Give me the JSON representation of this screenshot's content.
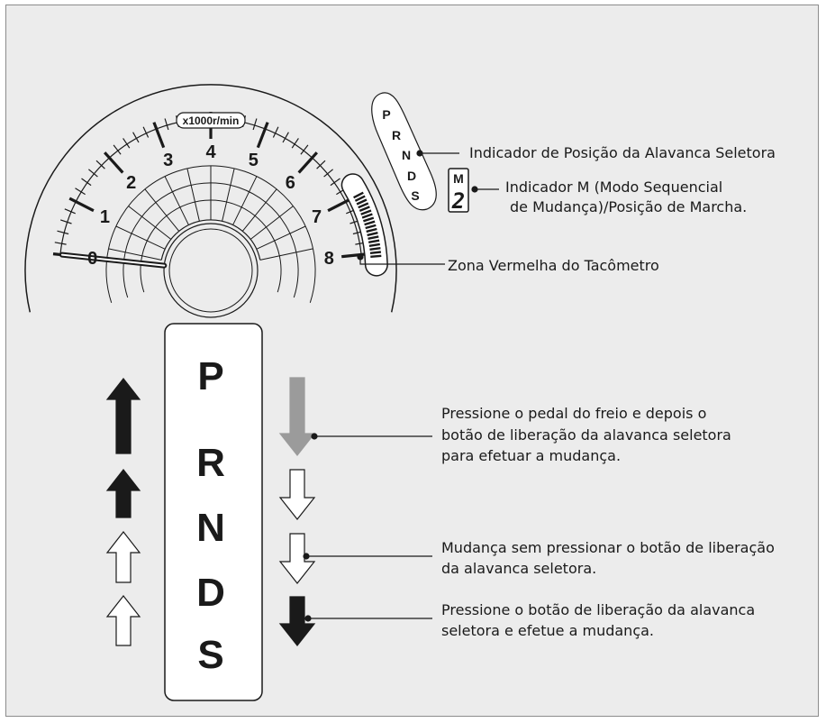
{
  "tachometer": {
    "unit_label": "x1000r/min",
    "ticks": [
      "0",
      "1",
      "2",
      "3",
      "4",
      "5",
      "6",
      "7",
      "8"
    ],
    "redline_from": 7,
    "needle_value": 0
  },
  "gear_strip": {
    "positions": [
      "P",
      "R",
      "N",
      "D",
      "S"
    ]
  },
  "m_indicator": {
    "mode_letter": "M",
    "gear_digit": "2"
  },
  "callouts": {
    "selector_position": "Indicador de Posição da Alavanca Seletora",
    "m_indicator_line1": "Indicador M (Modo Sequencial",
    "m_indicator_line2": "de Mudança)/Posição de Marcha.",
    "red_zone": "Zona Vermelha do Tacômetro",
    "brake_press_line1": "Pressione o pedal do freio e depois o",
    "brake_press_line2": "botão de liberação da alavanca seletora",
    "brake_press_line3": "para efetuar a mudança.",
    "no_press_line1": "Mudança sem pressionar o botão de liberação",
    "no_press_line2": "da alavanca seletora.",
    "release_press_line1": "Pressione o botão de liberação da alavanca",
    "release_press_line2": "seletora e efetue a mudança."
  },
  "shift_gate": {
    "positions": [
      "P",
      "R",
      "N",
      "D",
      "S"
    ]
  },
  "legend_arrows": {
    "up": [
      "solid-black",
      "solid-black",
      "outline",
      "outline"
    ],
    "down": [
      "solid-gray",
      "outline",
      "outline",
      "solid-black"
    ]
  },
  "colors": {
    "background": "#ececec",
    "ink": "#1a1a1a",
    "gray_arrow": "#9b9b9b",
    "frame_border": "#8c8c8c"
  }
}
